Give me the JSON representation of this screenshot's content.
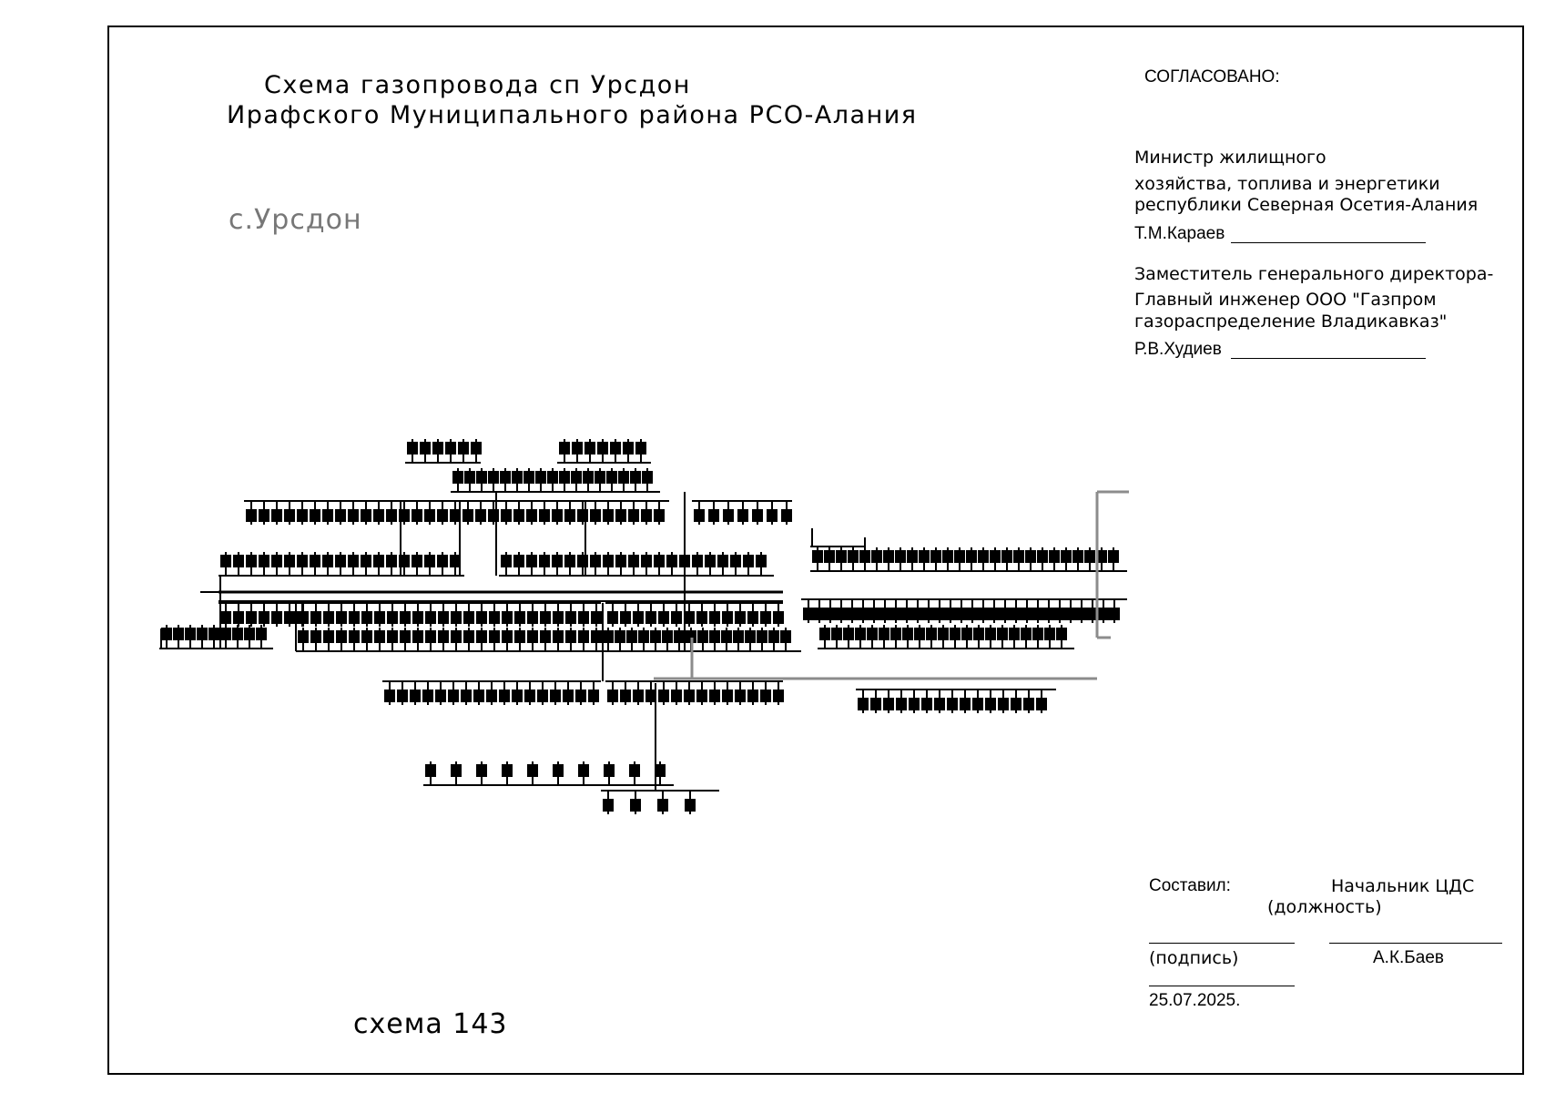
{
  "title": {
    "line1": "Схема газопровода сп Урсдон",
    "line2": "Ирафского   Муниципального района РСО-Алания"
  },
  "village": "с.Урсдон",
  "approval": {
    "heading": "СОГЛАСОВАНО:",
    "minister": {
      "line1": "Министр жилищного",
      "line2": "хозяйства, топлива и энергетики",
      "line3": "республики Северная Осетия-Алания",
      "signer": "Т.М.Караев"
    },
    "deputy": {
      "line1": "Заместитель генерального директора-",
      "line2": "Главный инженер  ООО \"Газпром",
      "line3": "газораспределение Владикавказ\"",
      "signer": "Р.В.Худиев"
    }
  },
  "compiled": {
    "label": "Составил:",
    "position": "Начальник ЦДС",
    "position_caption": "(должность)",
    "signature_caption": "(подпись)",
    "name": "А.К.Баев",
    "date": "25.07.2025."
  },
  "scheme_number": "схема 143",
  "colors": {
    "line": "#000000",
    "pipe_gray": "#8c8c8c",
    "village_text": "#777777"
  }
}
